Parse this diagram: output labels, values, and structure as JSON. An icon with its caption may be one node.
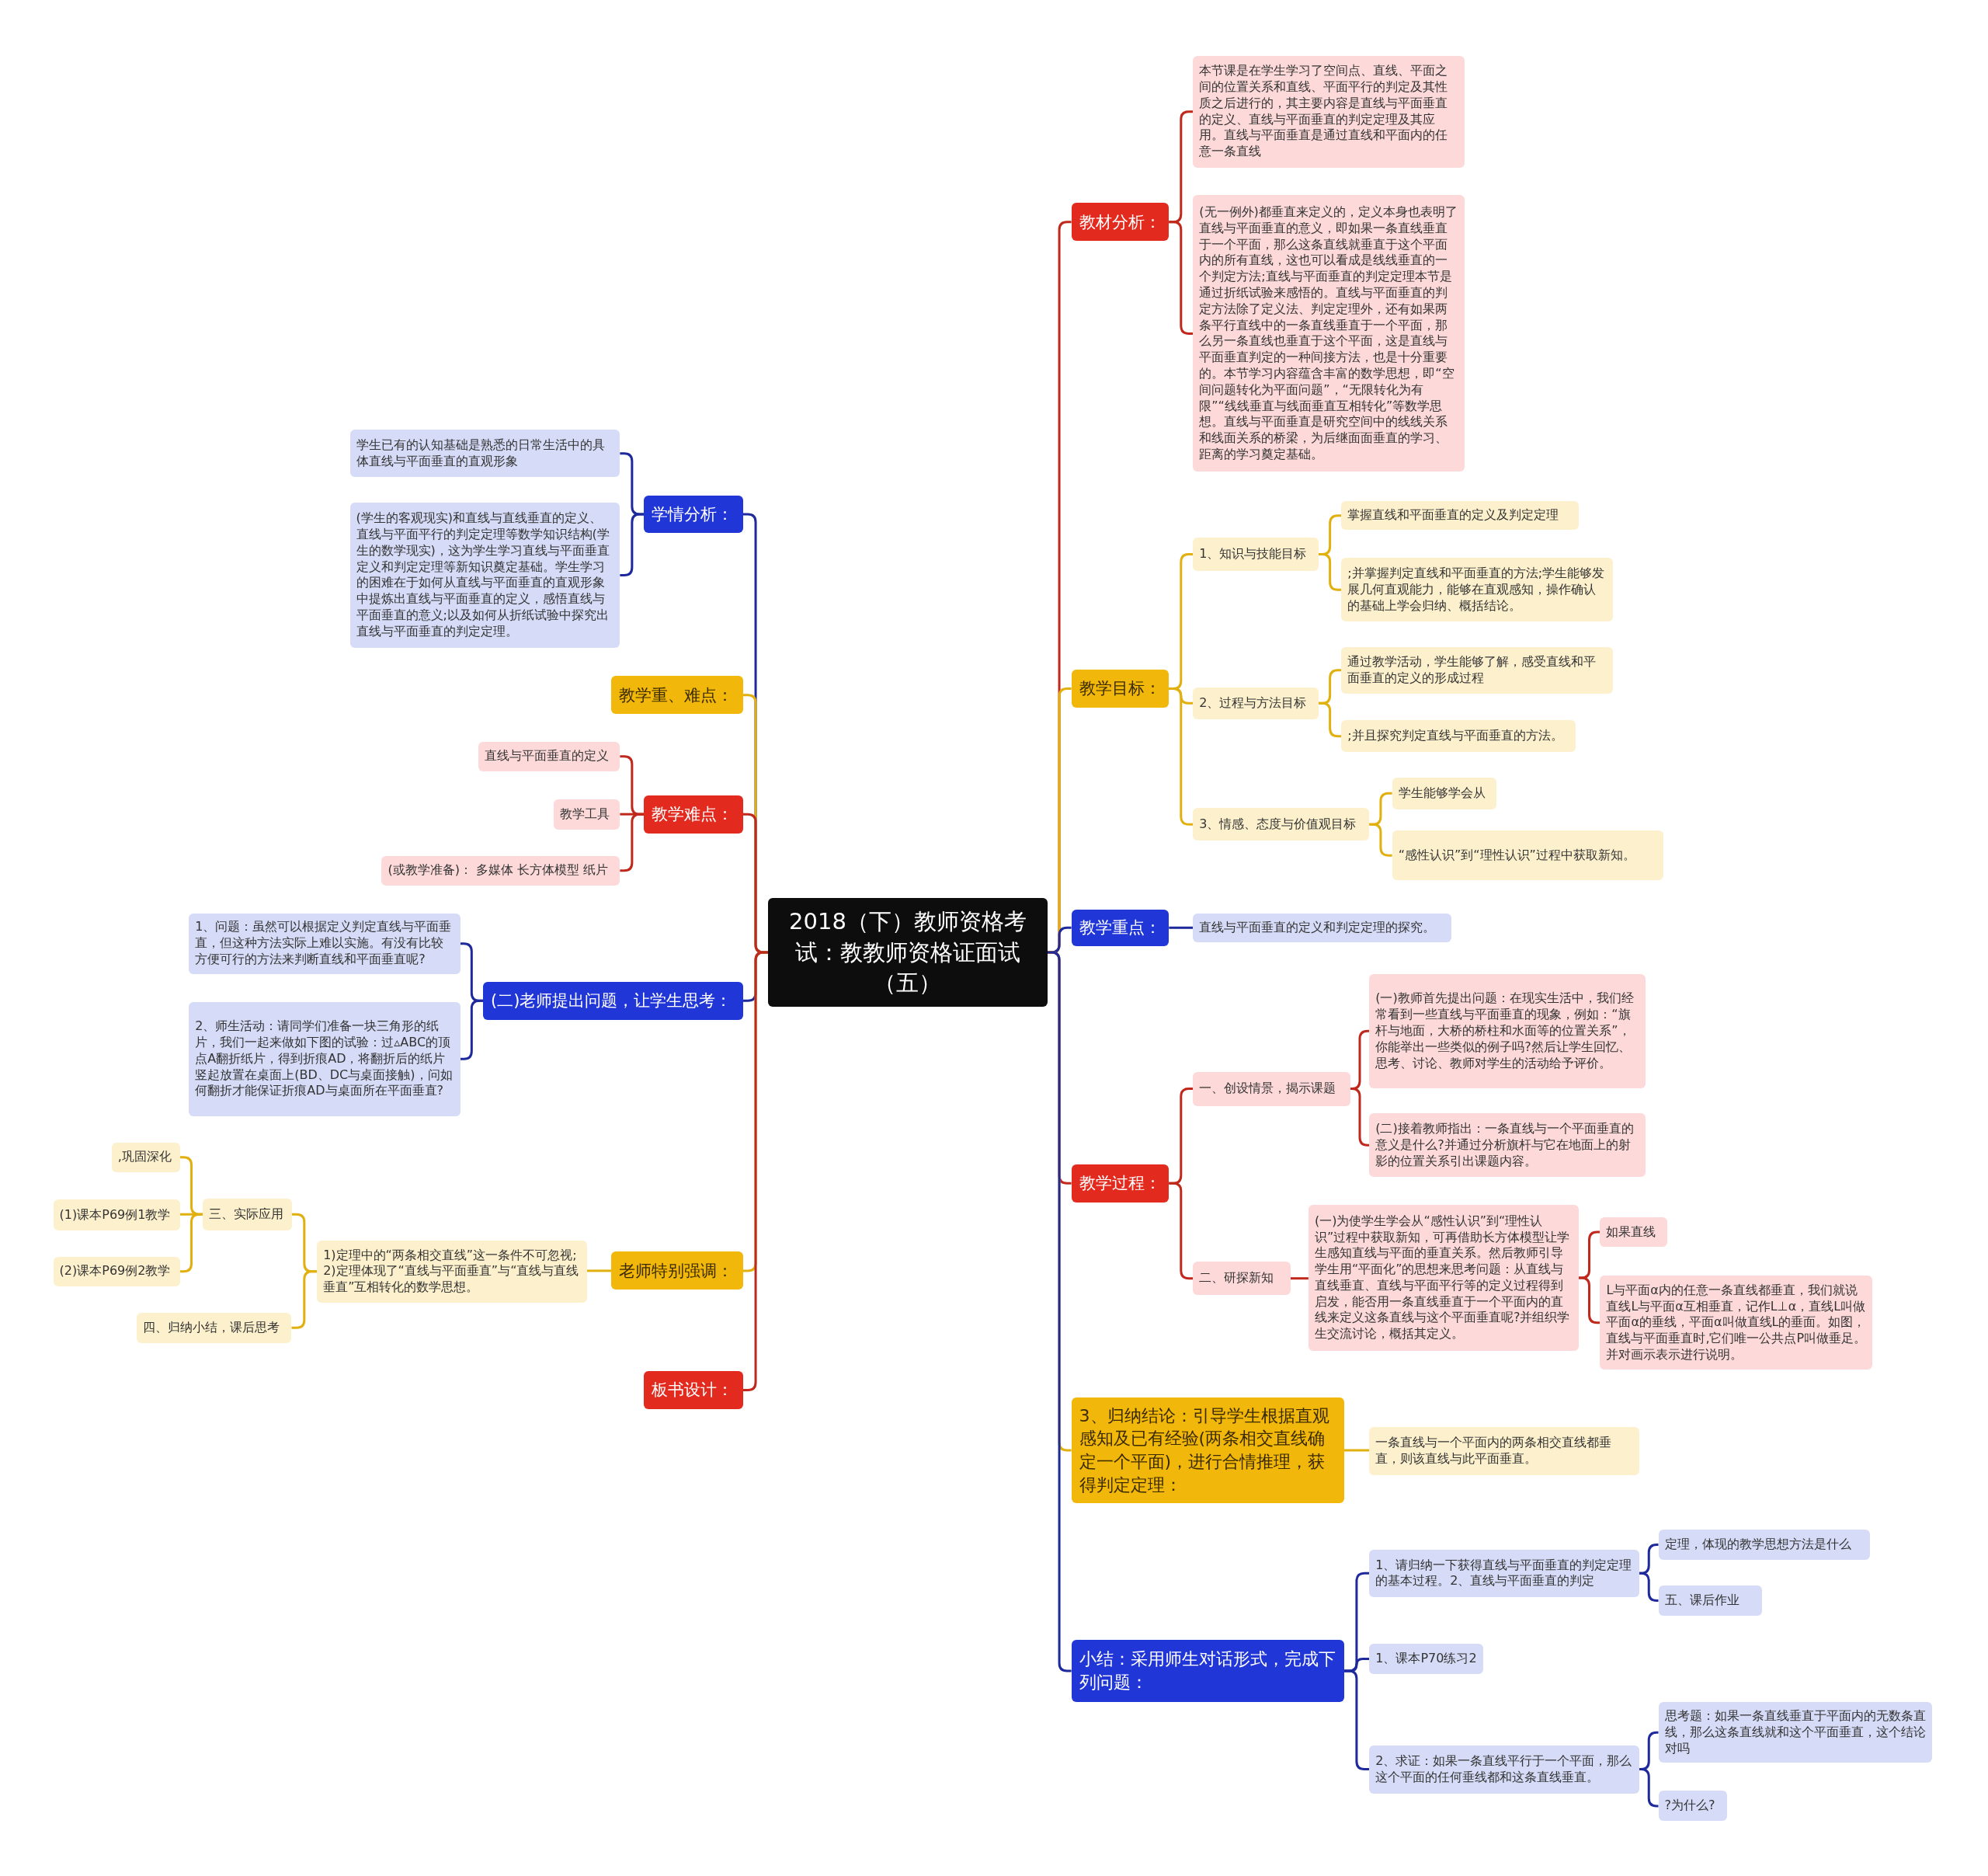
{
  "diagram": {
    "nodes": [
      {
        "text": [
          "2018（下）教师资格考试：教教师资格证面试（五）"
        ]
      },
      {
        "text": [
          "教材分析："
        ]
      },
      {
        "text": [
          "本节课是在学生学习了空间点、直线、平面之间的位置关系和直线、平面平行的判定及其性质之后进行的，其主要内容是直线与平面垂直的定义、直线与平面垂直的判定定理及其应用。直线与平面垂直是通过直线和平面内的任意一条直线"
        ]
      },
      {
        "text": [
          "(无一例外)都垂直来定义的，定义本身也表明了直线与平面垂直的意义，即如果一条直线垂直于一个平面，那么这条直线就垂直于这个平面内的所有直线，这也可以看成是线线垂直的一个判定方法;直线与平面垂直的判定定理本节是通过折纸试验来感悟的。直线与平面垂直的判定方法除了定义法、判定定理外，还有如果两条平行直线中的一条直线垂直于一个平面，那么另一条直线也垂直于这个平面，这是直线与平面垂直判定的一种间接方法，也是十分重要的。本节学习内容蕴含丰富的数学思想，即“空间问题转化为平面问题”，“无限转化为有限”“线线垂直与线面垂直互相转化”等数学思想。直线与平面垂直是研究空间中的线线关系和线面关系的桥梁，为后继面面垂直的学习、距离的学习奠定基础。"
        ]
      },
      {
        "text": [
          "教学目标："
        ]
      },
      {
        "text": [
          "1、知识与技能目标"
        ]
      },
      {
        "text": [
          "掌握直线和平面垂直的定义及判定定理"
        ]
      },
      {
        "text": [
          ";并掌握判定直线和平面垂直的方法;学生能够发展几何直观能力，能够在直观感知，操作确认的基础上学会归纳、概括结论。"
        ]
      },
      {
        "text": [
          "2、过程与方法目标"
        ]
      },
      {
        "text": [
          "通过教学活动，学生能够了解，感受直线和平面垂直的定义的形成过程"
        ]
      },
      {
        "text": [
          ";并且探究判定直线与平面垂直的方法。"
        ]
      },
      {
        "text": [
          "3、情感、态度与价值观目标"
        ]
      },
      {
        "text": [
          "学生能够学会从"
        ]
      },
      {
        "text": [
          "“感性认识”到“理性认识”过程中获取新知。"
        ]
      },
      {
        "text": [
          "教学重点："
        ]
      },
      {
        "text": [
          "直线与平面垂直的定义和判定定理的探究。"
        ]
      },
      {
        "text": [
          "教学过程："
        ]
      },
      {
        "text": [
          "一、创设情景，揭示课题"
        ]
      },
      {
        "text": [
          "(一)教师首先提出问题：在现实生活中，我们经常看到一些直线与平面垂直的现象，例如：“旗杆与地面，大桥的桥柱和水面等的位置关系”，你能举出一些类似的例子吗?然后让学生回忆、思考、讨论、教师对学生的活动给予评价。"
        ]
      },
      {
        "text": [
          "(二)接着教师指出：一条直线与一个平面垂直的意义是什么?并通过分析旗杆与它在地面上的射影的位置关系引出课题内容。"
        ]
      },
      {
        "text": [
          "二、研探新知"
        ]
      },
      {
        "text": [
          "(一)为使学生学会从“感性认识”到“理性认识”过程中获取新知，可再借助长方体模型让学生感知直线与平面的垂直关系。然后教师引导学生用“平面化”的思想来思考问题：从直线与直线垂直、直线与平面平行等的定义过程得到启发，能否用一条直线垂直于一个平面内的直线来定义这条直线与这个平面垂直呢?并组织学生交流讨论，概括其定义。"
        ]
      },
      {
        "text": [
          "如果直线"
        ]
      },
      {
        "text": [
          "L与平面α内的任意一条直线都垂直，我们就说直线L与平面α互相垂直，记作L⊥α，直线L叫做平面α的垂线，平面α叫做直线L的垂面。如图，直线与平面垂直时,它们唯一公共点P叫做垂足。并对画示表示进行说明。"
        ]
      },
      {
        "text": [
          "3、归纳结论：引导学生根据直观感知及已有经验(两条相交直线确定一个平面)，进行合情推理，获得判定定理："
        ]
      },
      {
        "text": [
          "一条直线与一个平面内的两条相交直线都垂直，则该直线与此平面垂直。"
        ]
      },
      {
        "text": [
          "小结：采用师生对话形式，完成下列问题："
        ]
      },
      {
        "text": [
          "1、请归纳一下获得直线与平面垂直的判定定理的基本过程。2、直线与平面垂直的判定"
        ]
      },
      {
        "text": [
          "定理，体现的教学思想方法是什么"
        ]
      },
      {
        "text": [
          "五、课后作业"
        ]
      },
      {
        "text": [
          "1、课本P70练习2"
        ]
      },
      {
        "text": [
          "2、求证：如果一条直线平行于一个平面，那么这个平面的任何垂线都和这条直线垂直。"
        ]
      },
      {
        "text": [
          "思考题：如果一条直线垂直于平面内的无数条直线，那么这条直线就和这个平面垂直，这个结论对吗"
        ]
      },
      {
        "text": [
          "?为什么?"
        ]
      },
      {
        "text": [
          "学情分析："
        ]
      },
      {
        "text": [
          "学生已有的认知基础是熟悉的日常生活中的具体直线与平面垂直的直观形象"
        ]
      },
      {
        "text": [
          "(学生的客观现实)和直线与直线垂直的定义、直线与平面平行的判定定理等数学知识结构(学生的数学现实)，这为学生学习直线与平面垂直定义和判定定理等新知识奠定基础。学生学习的困难在于如何从直线与平面垂直的直观形象中提炼出直线与平面垂直的定义，感悟直线与平面垂直的意义;以及如何从折纸试验中探究出直线与平面垂直的判定定理。"
        ]
      },
      {
        "text": [
          "教学重、难点："
        ]
      },
      {
        "text": [
          "教学难点："
        ]
      },
      {
        "text": [
          "直线与平面垂直的定义"
        ]
      },
      {
        "text": [
          "教学工具"
        ]
      },
      {
        "text": [
          "(或教学准备)： 多媒体 长方体模型 纸片"
        ]
      },
      {
        "text": [
          "(二)老师提出问题，让学生思考："
        ]
      },
      {
        "text": [
          "1、问题：虽然可以根据定义判定直线与平面垂直，但这种方法实际上难以实施。有没有比较方便可行的方法来判断直线和平面垂直呢?"
        ]
      },
      {
        "text": [
          "2、师生活动：请同学们准备一块三角形的纸片，我们一起来做如下图的试验：过▵ABC的顶点A翻折纸片，得到折痕AD，将翻折后的纸片竖起放置在桌面上(BD、DC与桌面接触)，问如何翻折才能保证折痕AD与桌面所在平面垂直?"
        ]
      },
      {
        "text": [
          "老师特别强调："
        ]
      },
      {
        "text": [
          "1)定理中的“两条相交直线”这一条件不可忽视;2)定理体现了“直线与平面垂直”与“直线与直线垂直”互相转化的数学思想。"
        ]
      },
      {
        "text": [
          "三、实际应用"
        ]
      },
      {
        "text": [
          ",巩固深化"
        ]
      },
      {
        "text": [
          "(1)课本P69例1教学"
        ]
      },
      {
        "text": [
          "(2)课本P69例2教学"
        ]
      },
      {
        "text": [
          "四、归纳小结，课后思考"
        ]
      },
      {
        "text": [
          "板书设计："
        ]
      }
    ],
    "edges": [
      {
        "from": 0,
        "to": 1,
        "arrow": "none",
        "color": "#c0281c"
      },
      {
        "from": 1,
        "to": 2,
        "arrow": "none",
        "color": "#c0281c"
      },
      {
        "from": 1,
        "to": 3,
        "arrow": "none",
        "color": "#c0281c"
      },
      {
        "from": 0,
        "to": 4,
        "arrow": "none",
        "color": "#e2b00e"
      },
      {
        "from": 4,
        "to": 5,
        "arrow": "none",
        "color": "#e2b00e"
      },
      {
        "from": 5,
        "to": 6,
        "arrow": "none",
        "color": "#e2b00e"
      },
      {
        "from": 5,
        "to": 7,
        "arrow": "none",
        "color": "#e2b00e"
      },
      {
        "from": 4,
        "to": 8,
        "arrow": "none",
        "color": "#e2b00e"
      },
      {
        "from": 8,
        "to": 9,
        "arrow": "none",
        "color": "#e2b00e"
      },
      {
        "from": 8,
        "to": 10,
        "arrow": "none",
        "color": "#e2b00e"
      },
      {
        "from": 4,
        "to": 11,
        "arrow": "none",
        "color": "#e2b00e"
      },
      {
        "from": 11,
        "to": 12,
        "arrow": "none",
        "color": "#e2b00e"
      },
      {
        "from": 11,
        "to": 13,
        "arrow": "none",
        "color": "#e2b00e"
      },
      {
        "from": 0,
        "to": 14,
        "arrow": "none",
        "color": "#1e2a9c"
      },
      {
        "from": 14,
        "to": 15,
        "arrow": "none",
        "color": "#1e2a9c"
      },
      {
        "from": 0,
        "to": 16,
        "arrow": "none",
        "color": "#c0281c"
      },
      {
        "from": 16,
        "to": 17,
        "arrow": "none",
        "color": "#c0281c"
      },
      {
        "from": 17,
        "to": 18,
        "arrow": "none",
        "color": "#c0281c"
      },
      {
        "from": 17,
        "to": 19,
        "arrow": "none",
        "color": "#c0281c"
      },
      {
        "from": 16,
        "to": 20,
        "arrow": "none",
        "color": "#c0281c"
      },
      {
        "from": 20,
        "to": 21,
        "arrow": "none",
        "color": "#c0281c"
      },
      {
        "from": 21,
        "to": 22,
        "arrow": "none",
        "color": "#c0281c"
      },
      {
        "from": 21,
        "to": 23,
        "arrow": "none",
        "color": "#c0281c"
      },
      {
        "from": 0,
        "to": 24,
        "arrow": "none",
        "color": "#e2b00e"
      },
      {
        "from": 24,
        "to": 25,
        "arrow": "none",
        "color": "#e2b00e"
      },
      {
        "from": 0,
        "to": 26,
        "arrow": "none",
        "color": "#1e2a9c"
      },
      {
        "from": 26,
        "to": 27,
        "arrow": "none",
        "color": "#1e2a9c"
      },
      {
        "from": 27,
        "to": 28,
        "arrow": "none",
        "color": "#1e2a9c"
      },
      {
        "from": 27,
        "to": 29,
        "arrow": "none",
        "color": "#1e2a9c"
      },
      {
        "from": 26,
        "to": 30,
        "arrow": "none",
        "color": "#1e2a9c"
      },
      {
        "from": 26,
        "to": 31,
        "arrow": "none",
        "color": "#1e2a9c"
      },
      {
        "from": 31,
        "to": 32,
        "arrow": "none",
        "color": "#1e2a9c"
      },
      {
        "from": 31,
        "to": 33,
        "arrow": "none",
        "color": "#1e2a9c"
      },
      {
        "from": 0,
        "to": 34,
        "arrow": "none",
        "color": "#1e2a9c"
      },
      {
        "from": 34,
        "to": 35,
        "arrow": "none",
        "color": "#1e2a9c"
      },
      {
        "from": 34,
        "to": 36,
        "arrow": "none",
        "color": "#1e2a9c"
      },
      {
        "from": 0,
        "to": 37,
        "arrow": "none",
        "color": "#e2b00e"
      },
      {
        "from": 0,
        "to": 38,
        "arrow": "none",
        "color": "#c0281c"
      },
      {
        "from": 38,
        "to": 39,
        "arrow": "none",
        "color": "#c0281c"
      },
      {
        "from": 38,
        "to": 40,
        "arrow": "none",
        "color": "#c0281c"
      },
      {
        "from": 38,
        "to": 41,
        "arrow": "none",
        "color": "#c0281c"
      },
      {
        "from": 0,
        "to": 42,
        "arrow": "none",
        "color": "#1e2a9c"
      },
      {
        "from": 42,
        "to": 43,
        "arrow": "none",
        "color": "#1e2a9c"
      },
      {
        "from": 42,
        "to": 44,
        "arrow": "none",
        "color": "#1e2a9c"
      },
      {
        "from": 0,
        "to": 45,
        "arrow": "none",
        "color": "#e2b00e"
      },
      {
        "from": 45,
        "to": 46,
        "arrow": "none",
        "color": "#e2b00e"
      },
      {
        "from": 46,
        "to": 47,
        "arrow": "none",
        "color": "#e2b00e"
      },
      {
        "from": 47,
        "to": 48,
        "arrow": "none",
        "color": "#e2b00e"
      },
      {
        "from": 47,
        "to": 49,
        "arrow": "none",
        "color": "#e2b00e"
      },
      {
        "from": 47,
        "to": 50,
        "arrow": "none",
        "color": "#e2b00e"
      },
      {
        "from": 46,
        "to": 51,
        "arrow": "none",
        "color": "#e2b00e"
      },
      {
        "from": 0,
        "to": 52,
        "arrow": "none",
        "color": "#c0281c"
      }
    ]
  }
}
